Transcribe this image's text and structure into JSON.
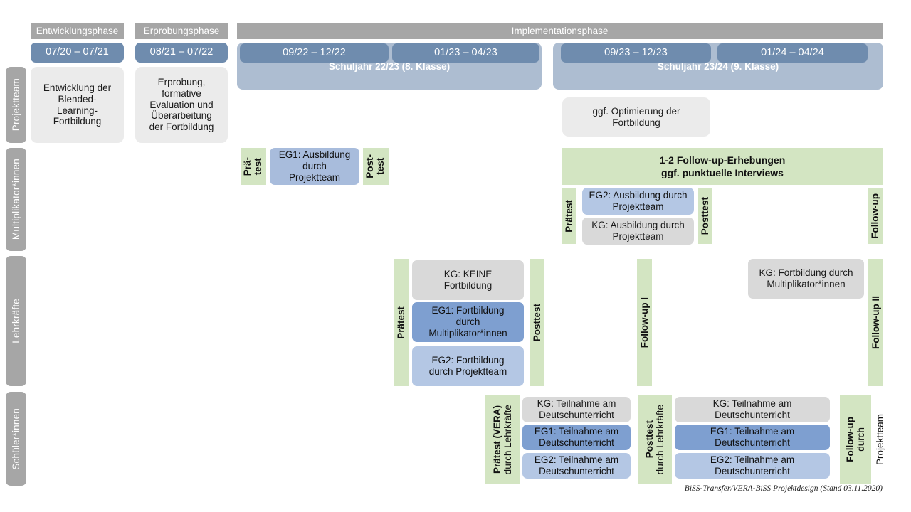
{
  "meta": {
    "footnote": "BiSS-Transfer/VERA-BiSS Projektdesign (Stand 03.11.2020)"
  },
  "colors": {
    "phase_header": "#a6a6a6",
    "date_bar": "#6f8cae",
    "year_band": "#adbdd1",
    "sidebar": "#a6a6a6",
    "grey_box": "#ebebeb",
    "kg_box": "#d9d9d9",
    "eg1_box": "#7e9fd0",
    "eg2_box": "#b4c7e4",
    "green": "#d3e5c2"
  },
  "phases": [
    {
      "label": "Entwicklungsphase"
    },
    {
      "label": "Erprobungsphase"
    },
    {
      "label": "Implementationsphase"
    }
  ],
  "date_bars": [
    {
      "label": "07/20 – 07/21"
    },
    {
      "label": "08/21 – 07/22"
    },
    {
      "label": "09/22 – 12/22"
    },
    {
      "label": "01/23 – 04/23"
    },
    {
      "label": "09/23 – 12/23"
    },
    {
      "label": "01/24 – 04/24"
    }
  ],
  "year_bands": [
    {
      "label": "Schuljahr 22/23 (8. Klasse)"
    },
    {
      "label": "Schuljahr 23/24 (9. Klasse)"
    }
  ],
  "sidebar": {
    "items": [
      {
        "label": "Projektteam"
      },
      {
        "label": "Multiplikator*innen"
      },
      {
        "label": "Lehrkräfte"
      },
      {
        "label": "Schüler*innen"
      }
    ]
  },
  "rows": {
    "projektteam": {
      "boxes": [
        {
          "text": "Entwicklung der\nBlended-\nLearning-\nFortbildung"
        },
        {
          "text": "Erprobung,\nformative\nEvaluation und\nÜberarbeitung\nder Fortbildung"
        },
        {
          "text": "ggf. Optimierung der\nFortbildung"
        }
      ]
    },
    "multiplikatoren": {
      "pretest_left": "Prä-\ntest",
      "posttest_left": "Post-\ntest",
      "box_left": "EG1: Ausbildung\ndurch\nProjektteam",
      "followup_band": "1-2 Follow-up-Erhebungen\nggf. punktuelle Interviews",
      "pretest_right": "Prätest",
      "posttest_right": "Posttest",
      "followup_right": "Follow-up",
      "boxes_right": [
        {
          "text": "EG2: Ausbildung durch\nProjektteam",
          "style": "eg2"
        },
        {
          "text": "KG: Ausbildung durch\nProjektteam",
          "style": "kg"
        }
      ]
    },
    "lehrkraefte": {
      "pretest": "Prätest",
      "posttest": "Posttest",
      "followup_1": "Follow-up I",
      "followup_2": "Follow-up II",
      "boxes": [
        {
          "text": "KG:  KEINE\nFortbildung",
          "style": "kg"
        },
        {
          "text": "EG1: Fortbildung\ndurch\nMultiplikator*innen",
          "style": "eg1"
        },
        {
          "text": "EG2: Fortbildung\ndurch Projektteam",
          "style": "eg2"
        }
      ],
      "box_right": {
        "text": "KG: Fortbildung durch\nMultiplikator*innen",
        "style": "kg"
      }
    },
    "schueler": {
      "pretest_bold": "Prätest (VERA)",
      "pretest_plain": "durch Lehrkräfte",
      "posttest_bold": "Posttest",
      "posttest_plain": "durch Lehrkräfte",
      "followup_bold": "Follow-up",
      "followup_plain_1": "durch",
      "followup_plain_2": "Projektteam",
      "boxes_left": [
        {
          "text": "KG: Teilnahme am\nDeutschunterricht",
          "style": "kg"
        },
        {
          "text": "EG1: Teilnahme am\nDeutschunterricht",
          "style": "eg1"
        },
        {
          "text": "EG2: Teilnahme am\nDeutschunterricht",
          "style": "eg2"
        }
      ],
      "boxes_right": [
        {
          "text": "KG: Teilnahme am\nDeutschunterricht",
          "style": "kg"
        },
        {
          "text": "EG1: Teilnahme am\nDeutschunterricht",
          "style": "eg1"
        },
        {
          "text": "EG2: Teilnahme am\nDeutschunterricht",
          "style": "eg2"
        }
      ]
    }
  }
}
